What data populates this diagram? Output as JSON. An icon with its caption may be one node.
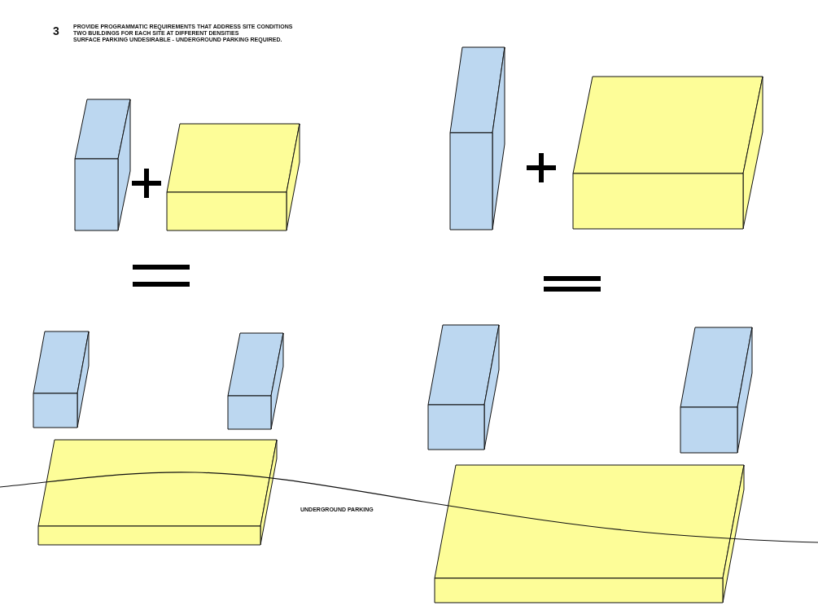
{
  "diagram": {
    "labels": [
      "3",
      "PROVIDE PROGRAMMATIC REQUIREMENTS THAT ADDRESS SITE CONDITIONS",
      "TWO BUILDINGS FOR EACH SITE AT DIFFERENT DENSITIES",
      "SURFACE PARKING UNDESIRABLE - UNDERGROUND PARKING REQUIRED.",
      "UNDERGROUND PARKING"
    ]
  }
}
